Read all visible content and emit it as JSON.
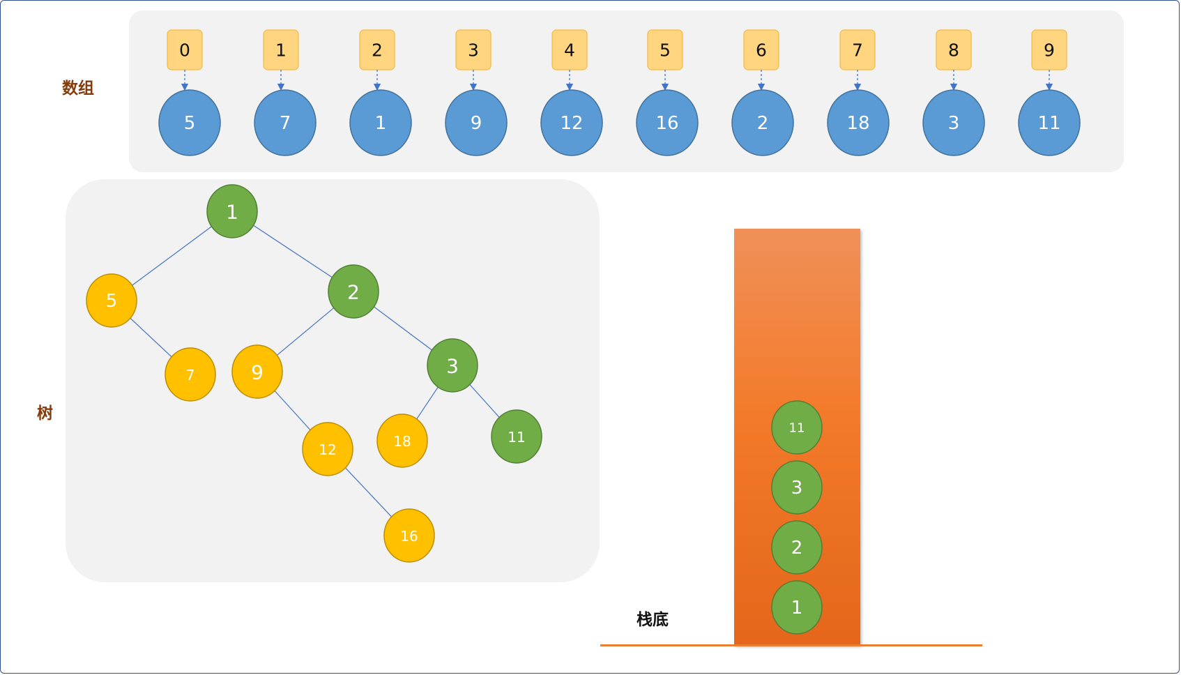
{
  "array": {
    "label": "数组",
    "indices": [
      "0",
      "1",
      "2",
      "3",
      "4",
      "5",
      "6",
      "7",
      "8",
      "9"
    ],
    "values": [
      "5",
      "7",
      "1",
      "9",
      "12",
      "16",
      "2",
      "18",
      "3",
      "11"
    ]
  },
  "tree": {
    "label": "树",
    "nodes": [
      {
        "id": "n1",
        "value": "1",
        "color": "green"
      },
      {
        "id": "n5",
        "value": "5",
        "color": "yellow"
      },
      {
        "id": "n2",
        "value": "2",
        "color": "green"
      },
      {
        "id": "n7",
        "value": "7",
        "color": "yellow"
      },
      {
        "id": "n9",
        "value": "9",
        "color": "yellow"
      },
      {
        "id": "n3",
        "value": "3",
        "color": "green"
      },
      {
        "id": "n12",
        "value": "12",
        "color": "yellow"
      },
      {
        "id": "n18",
        "value": "18",
        "color": "yellow"
      },
      {
        "id": "n11",
        "value": "11",
        "color": "green"
      },
      {
        "id": "n16",
        "value": "16",
        "color": "yellow"
      }
    ],
    "edges": [
      [
        "n1",
        "n5"
      ],
      [
        "n1",
        "n2"
      ],
      [
        "n5",
        "n7"
      ],
      [
        "n2",
        "n9"
      ],
      [
        "n2",
        "n3"
      ],
      [
        "n9",
        "n12"
      ],
      [
        "n3",
        "n18"
      ],
      [
        "n3",
        "n11"
      ],
      [
        "n12",
        "n16"
      ]
    ]
  },
  "stack": {
    "bottom_label": "栈底",
    "items_bottom_to_top": [
      "1",
      "2",
      "3",
      "11"
    ]
  },
  "colors": {
    "array_node": "#5b9bd5",
    "array_node_stroke": "#41719c",
    "index_box": "#ffd580",
    "index_box_stroke": "#f4b942",
    "green": "#70ad47",
    "green_stroke": "#507e32",
    "yellow": "#ffc000",
    "yellow_stroke": "#bc8c00",
    "edge": "#4472c4",
    "label_brown": "#843c0c",
    "stack_line": "#ed7d31"
  }
}
